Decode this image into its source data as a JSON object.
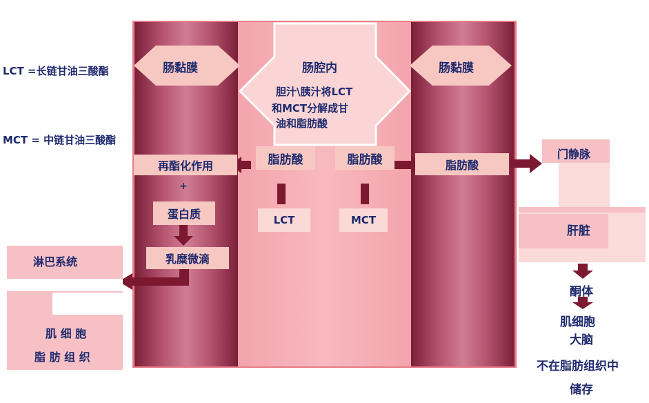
{
  "definitions": {
    "lct": "LCT =长链甘油三酸酯",
    "mct": "MCT = 中链甘油三酸酯"
  },
  "mucosa_left": "肠黏膜",
  "mucosa_right": "肠黏膜",
  "lumen": {
    "title": "肠腔内",
    "text_line1": "胆汁\\胰汁将LCT",
    "text_line2": "和MCT分解成甘",
    "text_line3": "油和脂肪酸"
  },
  "fatty_acid_left": "脂肪酸",
  "fatty_acid_right": "脂肪酸",
  "lct_label": "LCT",
  "mct_label": "MCT",
  "re_esterification": "再酯化作用",
  "plus": "+",
  "protein": "蛋白质",
  "chylomicron": "乳糜微滴",
  "fatty_acid_mucosa_right": "脂肪酸",
  "lymph": {
    "title": "淋巴系统",
    "muscle_cell": "肌 细 胞",
    "adipose": "脂 肪 组 织"
  },
  "portal_vein": "门静脉",
  "liver": "肝脏",
  "ketone": "酮体",
  "muscle_cell_right": "肌细胞",
  "brain": "大脑",
  "no_storage_line1": "不在脂肪组织中",
  "no_storage_line2": "储存",
  "colors": {
    "arrow": "#7c1830",
    "box_fill": "#f7c8c2",
    "text": "#1f2a6e"
  }
}
